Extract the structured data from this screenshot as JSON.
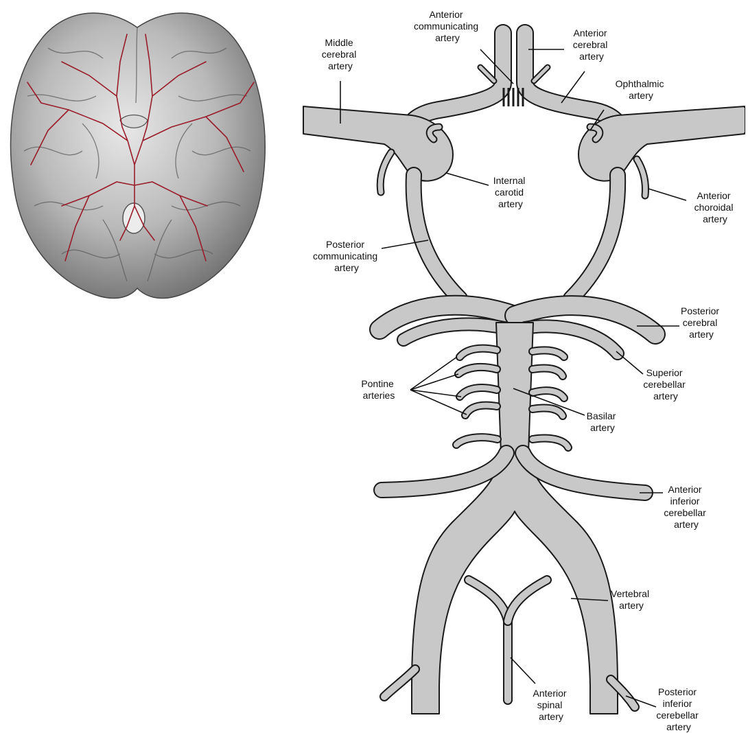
{
  "diagram": {
    "illustration": {
      "subject": "brain-inferior-view",
      "vessel_color": "#9a1b2a",
      "tissue_color": "#b7b7b7"
    },
    "schematic": {
      "vessel_fill": "#c8c8c8",
      "outline_color": "#1a1a1a"
    },
    "labels": {
      "anterior_communicating": [
        "Anterior",
        "communicating",
        "artery"
      ],
      "anterior_cerebral": [
        "Anterior",
        "cerebral",
        "artery"
      ],
      "middle_cerebral": [
        "Middle",
        "cerebral",
        "artery"
      ],
      "ophthalmic": [
        "Ophthalmic",
        "artery"
      ],
      "internal_carotid": [
        "Internal",
        "carotid",
        "artery"
      ],
      "anterior_choroidal": [
        "Anterior",
        "choroidal",
        "artery"
      ],
      "posterior_communicating": [
        "Posterior",
        "communicating",
        "artery"
      ],
      "posterior_cerebral": [
        "Posterior",
        "cerebral",
        "artery"
      ],
      "superior_cerebellar": [
        "Superior",
        "cerebellar",
        "artery"
      ],
      "pontine": [
        "Pontine",
        "arteries"
      ],
      "basilar": [
        "Basilar",
        "artery"
      ],
      "anterior_inferior_cerebellar": [
        "Anterior",
        "inferior",
        "cerebellar",
        "artery"
      ],
      "vertebral": [
        "Vertebral",
        "artery"
      ],
      "anterior_spinal": [
        "Anterior",
        "spinal",
        "artery"
      ],
      "posterior_inferior_cerebellar": [
        "Posterior",
        "inferior",
        "cerebellar",
        "artery"
      ]
    }
  }
}
